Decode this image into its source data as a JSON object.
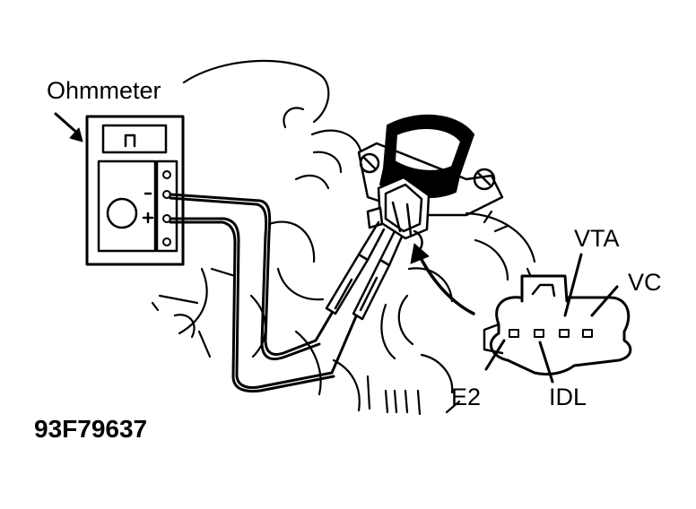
{
  "labels": {
    "ohmmeter": "Ohmmeter",
    "vta": "VTA",
    "vc": "VC",
    "e2": "E2",
    "idl": "IDL",
    "figure_id": "93F79637"
  },
  "meter": {
    "display_symbol": "⊓",
    "negative_terminal": "-",
    "positive_terminal": "+"
  },
  "colors": {
    "ink": "#000000",
    "paper": "#ffffff"
  }
}
